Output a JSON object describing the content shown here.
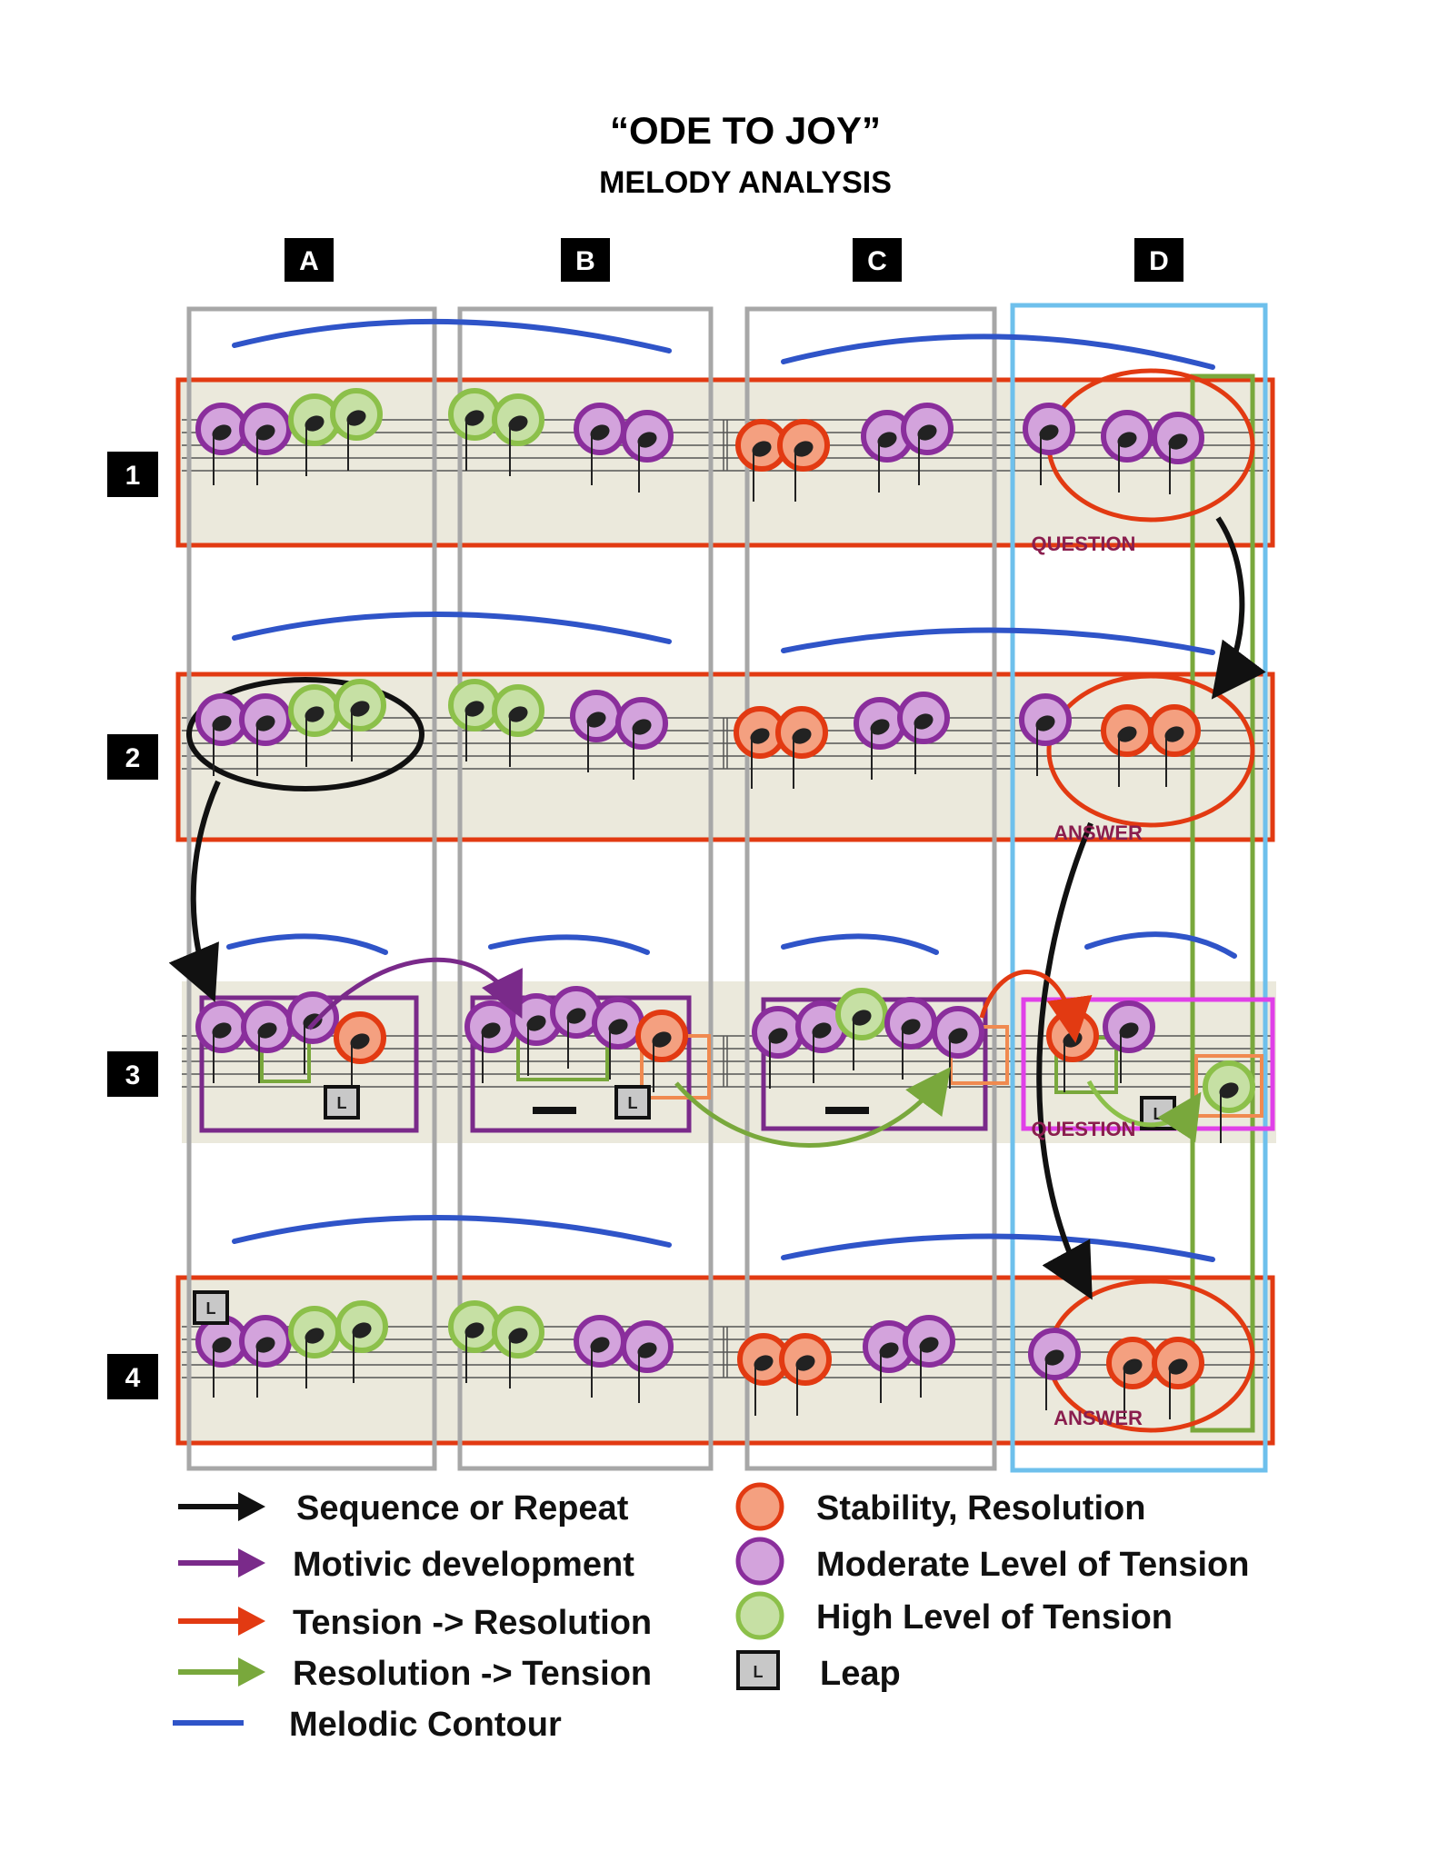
{
  "title": "“ODE TO JOY”",
  "subtitle": "MELODY ANALYSIS",
  "columns": [
    "A",
    "B",
    "C",
    "D"
  ],
  "rows": [
    "1",
    "2",
    "3",
    "4"
  ],
  "annotations": {
    "row1": "QUESTION",
    "row2": "ANSWER",
    "row3": "QUESTION",
    "row4": "ANSWER"
  },
  "leap_mark": "L",
  "legend": {
    "left": [
      {
        "symbol": "black-arrow",
        "color": "#111111",
        "label": "Sequence or Repeat"
      },
      {
        "symbol": "purple-arrow",
        "color": "#7a2a8a",
        "label": "Motivic development"
      },
      {
        "symbol": "red-arrow",
        "color": "#e23a12",
        "label": "Tension -> Resolution"
      },
      {
        "symbol": "green-arrow",
        "color": "#79a83c",
        "label": "Resolution -> Tension"
      },
      {
        "symbol": "blue-line",
        "color": "#2f54c8",
        "label": "Melodic Contour"
      }
    ],
    "right": [
      {
        "symbol": "red-circle",
        "color": "#e23a12",
        "label": "Stability, Resolution"
      },
      {
        "symbol": "purple-circle",
        "color": "#8a2e9c",
        "label": "Moderate Level of Tension"
      },
      {
        "symbol": "green-circle",
        "color": "#8cc04a",
        "label": "High Level of Tension"
      },
      {
        "symbol": "leap-box",
        "color": "#999999",
        "label": "Leap"
      }
    ]
  },
  "colors": {
    "stability": "#e23a12",
    "moderate": "#8a2e9c",
    "high": "#8cc04a",
    "row_frame": "#e23a12",
    "column_frame": "#a7a7a7",
    "phrase_d_frame": "#6ec0ec",
    "staff_bg": "#ebe9dc"
  }
}
